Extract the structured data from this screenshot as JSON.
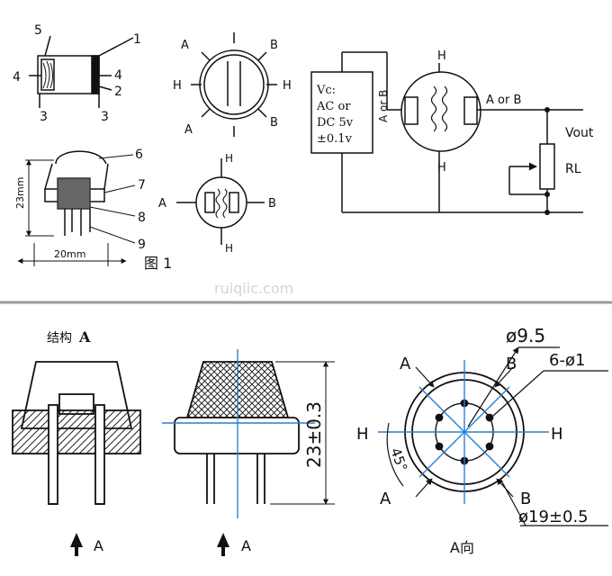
{
  "watermark": "ruiqiic.com",
  "top": {
    "figure_label": "图 1",
    "part_numbers": [
      "5",
      "1",
      "4",
      "4",
      "2",
      "3",
      "3",
      "6",
      "7",
      "8",
      "9"
    ],
    "dim_height": "23mm",
    "dim_width": "20mm",
    "pins_top_view": {
      "a_left": "A",
      "b_right": "B",
      "h_left": "H",
      "h_right": "H",
      "a_bottom": "A",
      "b_bottom": "B"
    },
    "pins_side_view": {
      "h_top": "H",
      "a": "A",
      "b": "B",
      "h_bottom": "H"
    },
    "circuit": {
      "supply_lines": [
        "Vc:",
        "AC or",
        "DC 5v",
        "±0.1v"
      ],
      "a_or_b": "A or B",
      "a_or_b_right": "A or B",
      "h_top": "H",
      "h_bottom": "H",
      "vout": "Vout",
      "rl": "RL"
    }
  },
  "bottom": {
    "structure_label": "结构",
    "structure_label_letter": "A",
    "arrow_label_1": "A",
    "arrow_label_2": "A",
    "height_dim": "23±0.3",
    "d_small": "ø9.5",
    "holes": "6-ø1",
    "d_large": "ø19±0.5",
    "view_a": "A",
    "view_b": "B",
    "view_h_left": "H",
    "view_h_right": "H",
    "view_a_bottom": "A",
    "view_b_bottom": "B",
    "angle": "45°",
    "view_label": "A向"
  }
}
